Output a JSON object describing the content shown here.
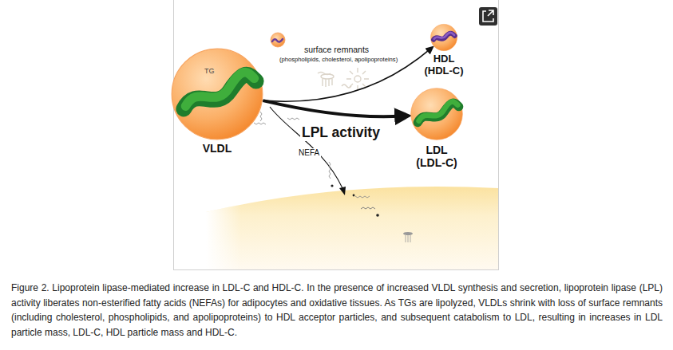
{
  "diagram": {
    "caption": "Figure 2. Lipoprotein lipase-mediated increase in LDL-C and HDL-C. In the presence of increased VLDL synthesis and secretion, lipoprotein lipase (LPL) activity liberates non-esterified fatty acids (NEFAs) for adipocytes and oxidative tissues. As TGs are lipolyzed, VLDLs shrink with loss of surface remnants (including cholesterol, phospholipids, and apolipoproteins) to HDL acceptor particles, and subsequent catabolism to LDL, resulting in increases in LDL particle mass, LDL-C, HDL particle mass and HDL-C.",
    "nodes": [
      {
        "text": [
          "VLDL"
        ]
      },
      {
        "text": [
          "HDL (HDL-C)"
        ]
      },
      {
        "text": [
          "LDL (LDL-C)"
        ]
      }
    ],
    "edges": [
      {
        "from": 0,
        "to": 1,
        "arrow": "to"
      },
      {
        "from": 0,
        "to": 2,
        "arrow": "to"
      }
    ],
    "labels": [
      "TG",
      "surface remnants",
      "(phospholipids, cholesterol, apolipoproteins)",
      "LPL activity",
      "NEFA"
    ]
  }
}
